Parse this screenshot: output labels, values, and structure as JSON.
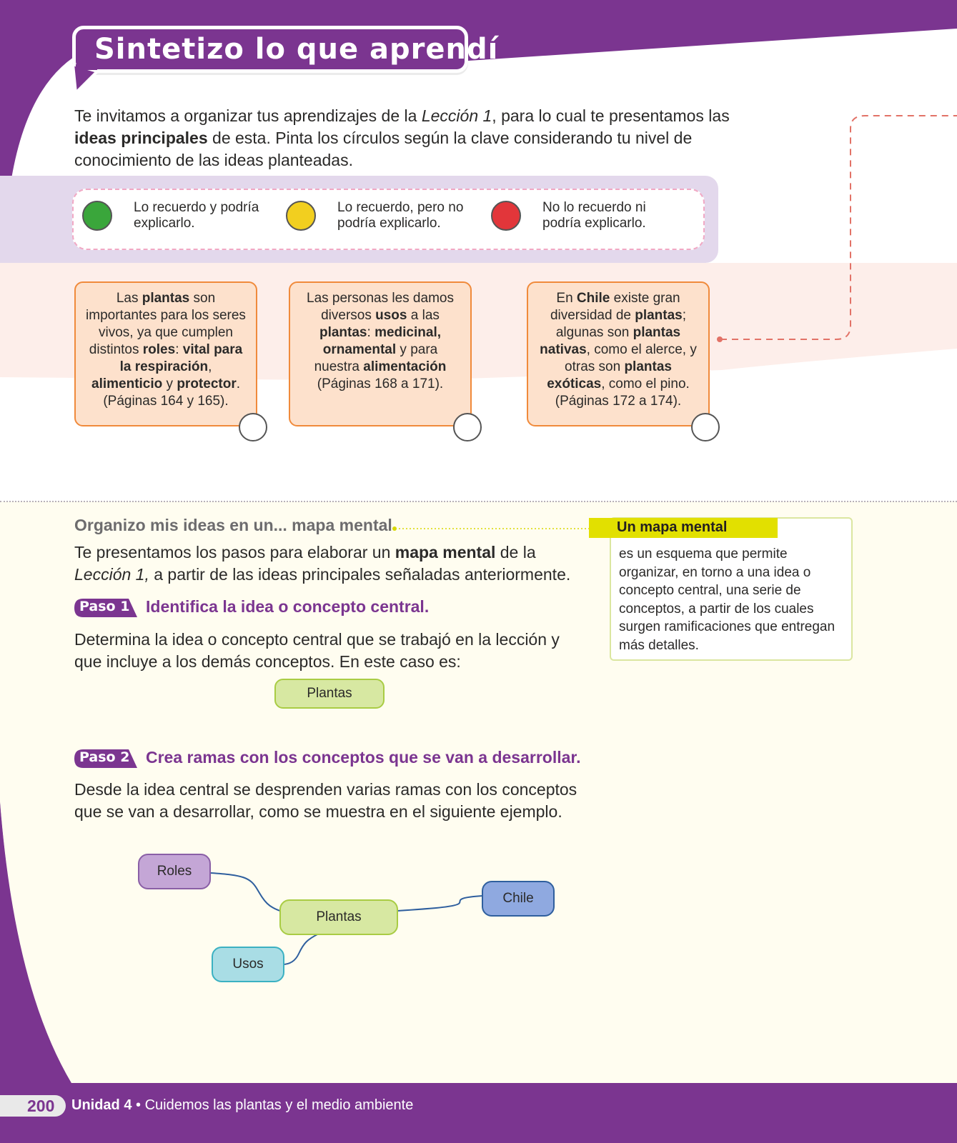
{
  "header": {
    "title": "Sintetizo lo que aprendí"
  },
  "intro": {
    "part1": "Te invitamos a organizar tus aprendizajes de la ",
    "lesson": "Lección 1",
    "part2": ", para lo cual te presentamos las ",
    "bold": "ideas principales",
    "part3": " de esta. Pinta los círculos según la clave considerando tu nivel de conocimiento de las ideas planteadas."
  },
  "key": {
    "items": [
      {
        "label": "Lo recuerdo y podría explicarlo.",
        "color": "#3aa63b"
      },
      {
        "label": "Lo recuerdo, pero no podría explicarlo.",
        "color": "#f2cf1f"
      },
      {
        "label": "No lo recuerdo ni podría explicarlo.",
        "color": "#e2363a"
      }
    ]
  },
  "ideas": [
    {
      "segments": [
        {
          "t": "Las ",
          "b": false
        },
        {
          "t": "plantas",
          "b": true
        },
        {
          "t": " son importantes para los seres vivos, ya que cumplen distintos ",
          "b": false
        },
        {
          "t": "roles",
          "b": true
        },
        {
          "t": ": ",
          "b": false
        },
        {
          "t": "vital para la respiración",
          "b": true
        },
        {
          "t": ", ",
          "b": false
        },
        {
          "t": "alimenticio",
          "b": true
        },
        {
          "t": " y ",
          "b": false
        },
        {
          "t": "protector",
          "b": true
        },
        {
          "t": ". (Páginas 164 y 165).",
          "b": false
        }
      ]
    },
    {
      "segments": [
        {
          "t": "Las personas les damos diversos ",
          "b": false
        },
        {
          "t": "usos",
          "b": true
        },
        {
          "t": " a las ",
          "b": false
        },
        {
          "t": "plantas",
          "b": true
        },
        {
          "t": ": ",
          "b": false
        },
        {
          "t": "medicinal, ornamental",
          "b": true
        },
        {
          "t": " y para nuestra ",
          "b": false
        },
        {
          "t": "alimentación",
          "b": true
        },
        {
          "t": " (Páginas 168 a 171).",
          "b": false
        }
      ]
    },
    {
      "segments": [
        {
          "t": "En ",
          "b": false
        },
        {
          "t": "Chile",
          "b": true
        },
        {
          "t": " existe gran diversidad de ",
          "b": false
        },
        {
          "t": "plantas",
          "b": true
        },
        {
          "t": "; algunas son ",
          "b": false
        },
        {
          "t": "plantas nativas",
          "b": true
        },
        {
          "t": ", como el alerce, y otras son ",
          "b": false
        },
        {
          "t": "plantas exóticas",
          "b": true
        },
        {
          "t": ", como el pino. (Páginas 172 a 174).",
          "b": false
        }
      ]
    }
  ],
  "organizo": {
    "title": "Organizo mis ideas en un... mapa mental",
    "part1": "Te presentamos los pasos para elaborar un ",
    "bold": "mapa mental",
    "part2": " de la ",
    "lesson": "Lección 1,",
    "part3": " a partir de las ideas principales señaladas anteriormente."
  },
  "definition": {
    "tab": "Un mapa mental",
    "text": "es un esquema que permite organizar, en torno a una idea o concepto central, una serie de conceptos, a partir de los cuales surgen ramificaciones que entregan más detalles."
  },
  "paso1": {
    "badge": "Paso 1",
    "title": "Identifica la idea o concepto central.",
    "text": "Determina la idea o concepto central que se trabajó en la lección y que incluye a los demás conceptos. En este caso es:",
    "concept": "Plantas"
  },
  "paso2": {
    "badge": "Paso 2",
    "title": "Crea ramas con los conceptos que se van a desarrollar.",
    "text": "Desde la idea central se desprenden varias ramas con los conceptos que se van a desarrollar, como se muestra en el siguiente ejemplo."
  },
  "mindmap": {
    "center": "Plantas",
    "roles": "Roles",
    "usos": "Usos",
    "chile": "Chile",
    "colors": {
      "center": "#d7e8a2",
      "roles": "#c4a6d6",
      "usos": "#a9dde5",
      "chile": "#8fa9e0"
    }
  },
  "footer": {
    "page": "200",
    "unit": "Unidad 4",
    "sep": " • ",
    "title": "Cuidemos las plantas y el medio ambiente"
  }
}
